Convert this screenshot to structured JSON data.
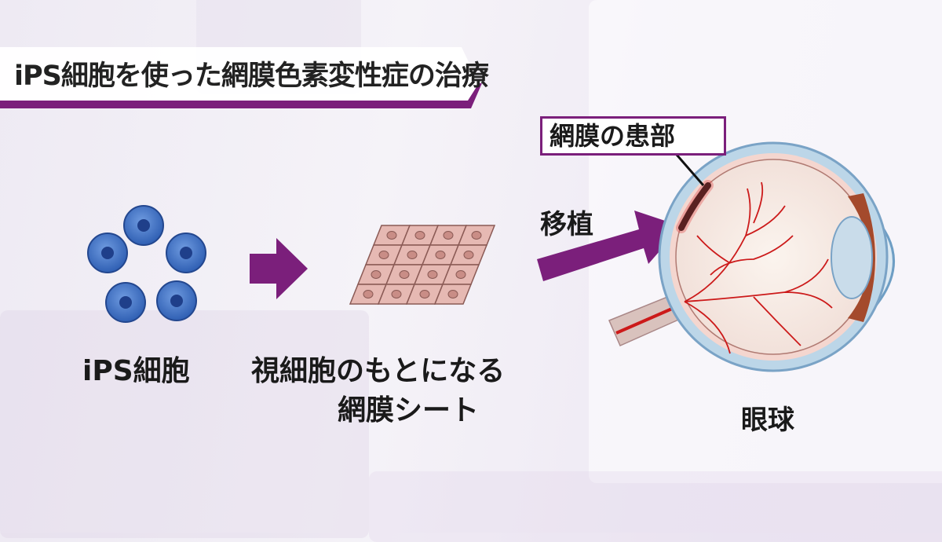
{
  "title": "iPS細胞を使った網膜色素変性症の治療",
  "labels": {
    "ips_cells": "iPS細胞",
    "retinal_sheet_line1": "視細胞のもとになる",
    "retinal_sheet_line2": "網膜シート",
    "transplant": "移植",
    "eyeball": "眼球",
    "affected_area": "網膜の患部"
  },
  "colors": {
    "arrow": "#7b1f7b",
    "cell_fill": "#3f74c9",
    "cell_nucleus": "#1f3f8a",
    "sheet_cell": "#e6b9b3",
    "vessel": "#cc1a1a",
    "eye_outer": "#b9d3e6"
  },
  "icons": [
    "arrow-right-icon",
    "ips-cell-icon",
    "retinal-sheet-icon",
    "eyeball-icon"
  ]
}
